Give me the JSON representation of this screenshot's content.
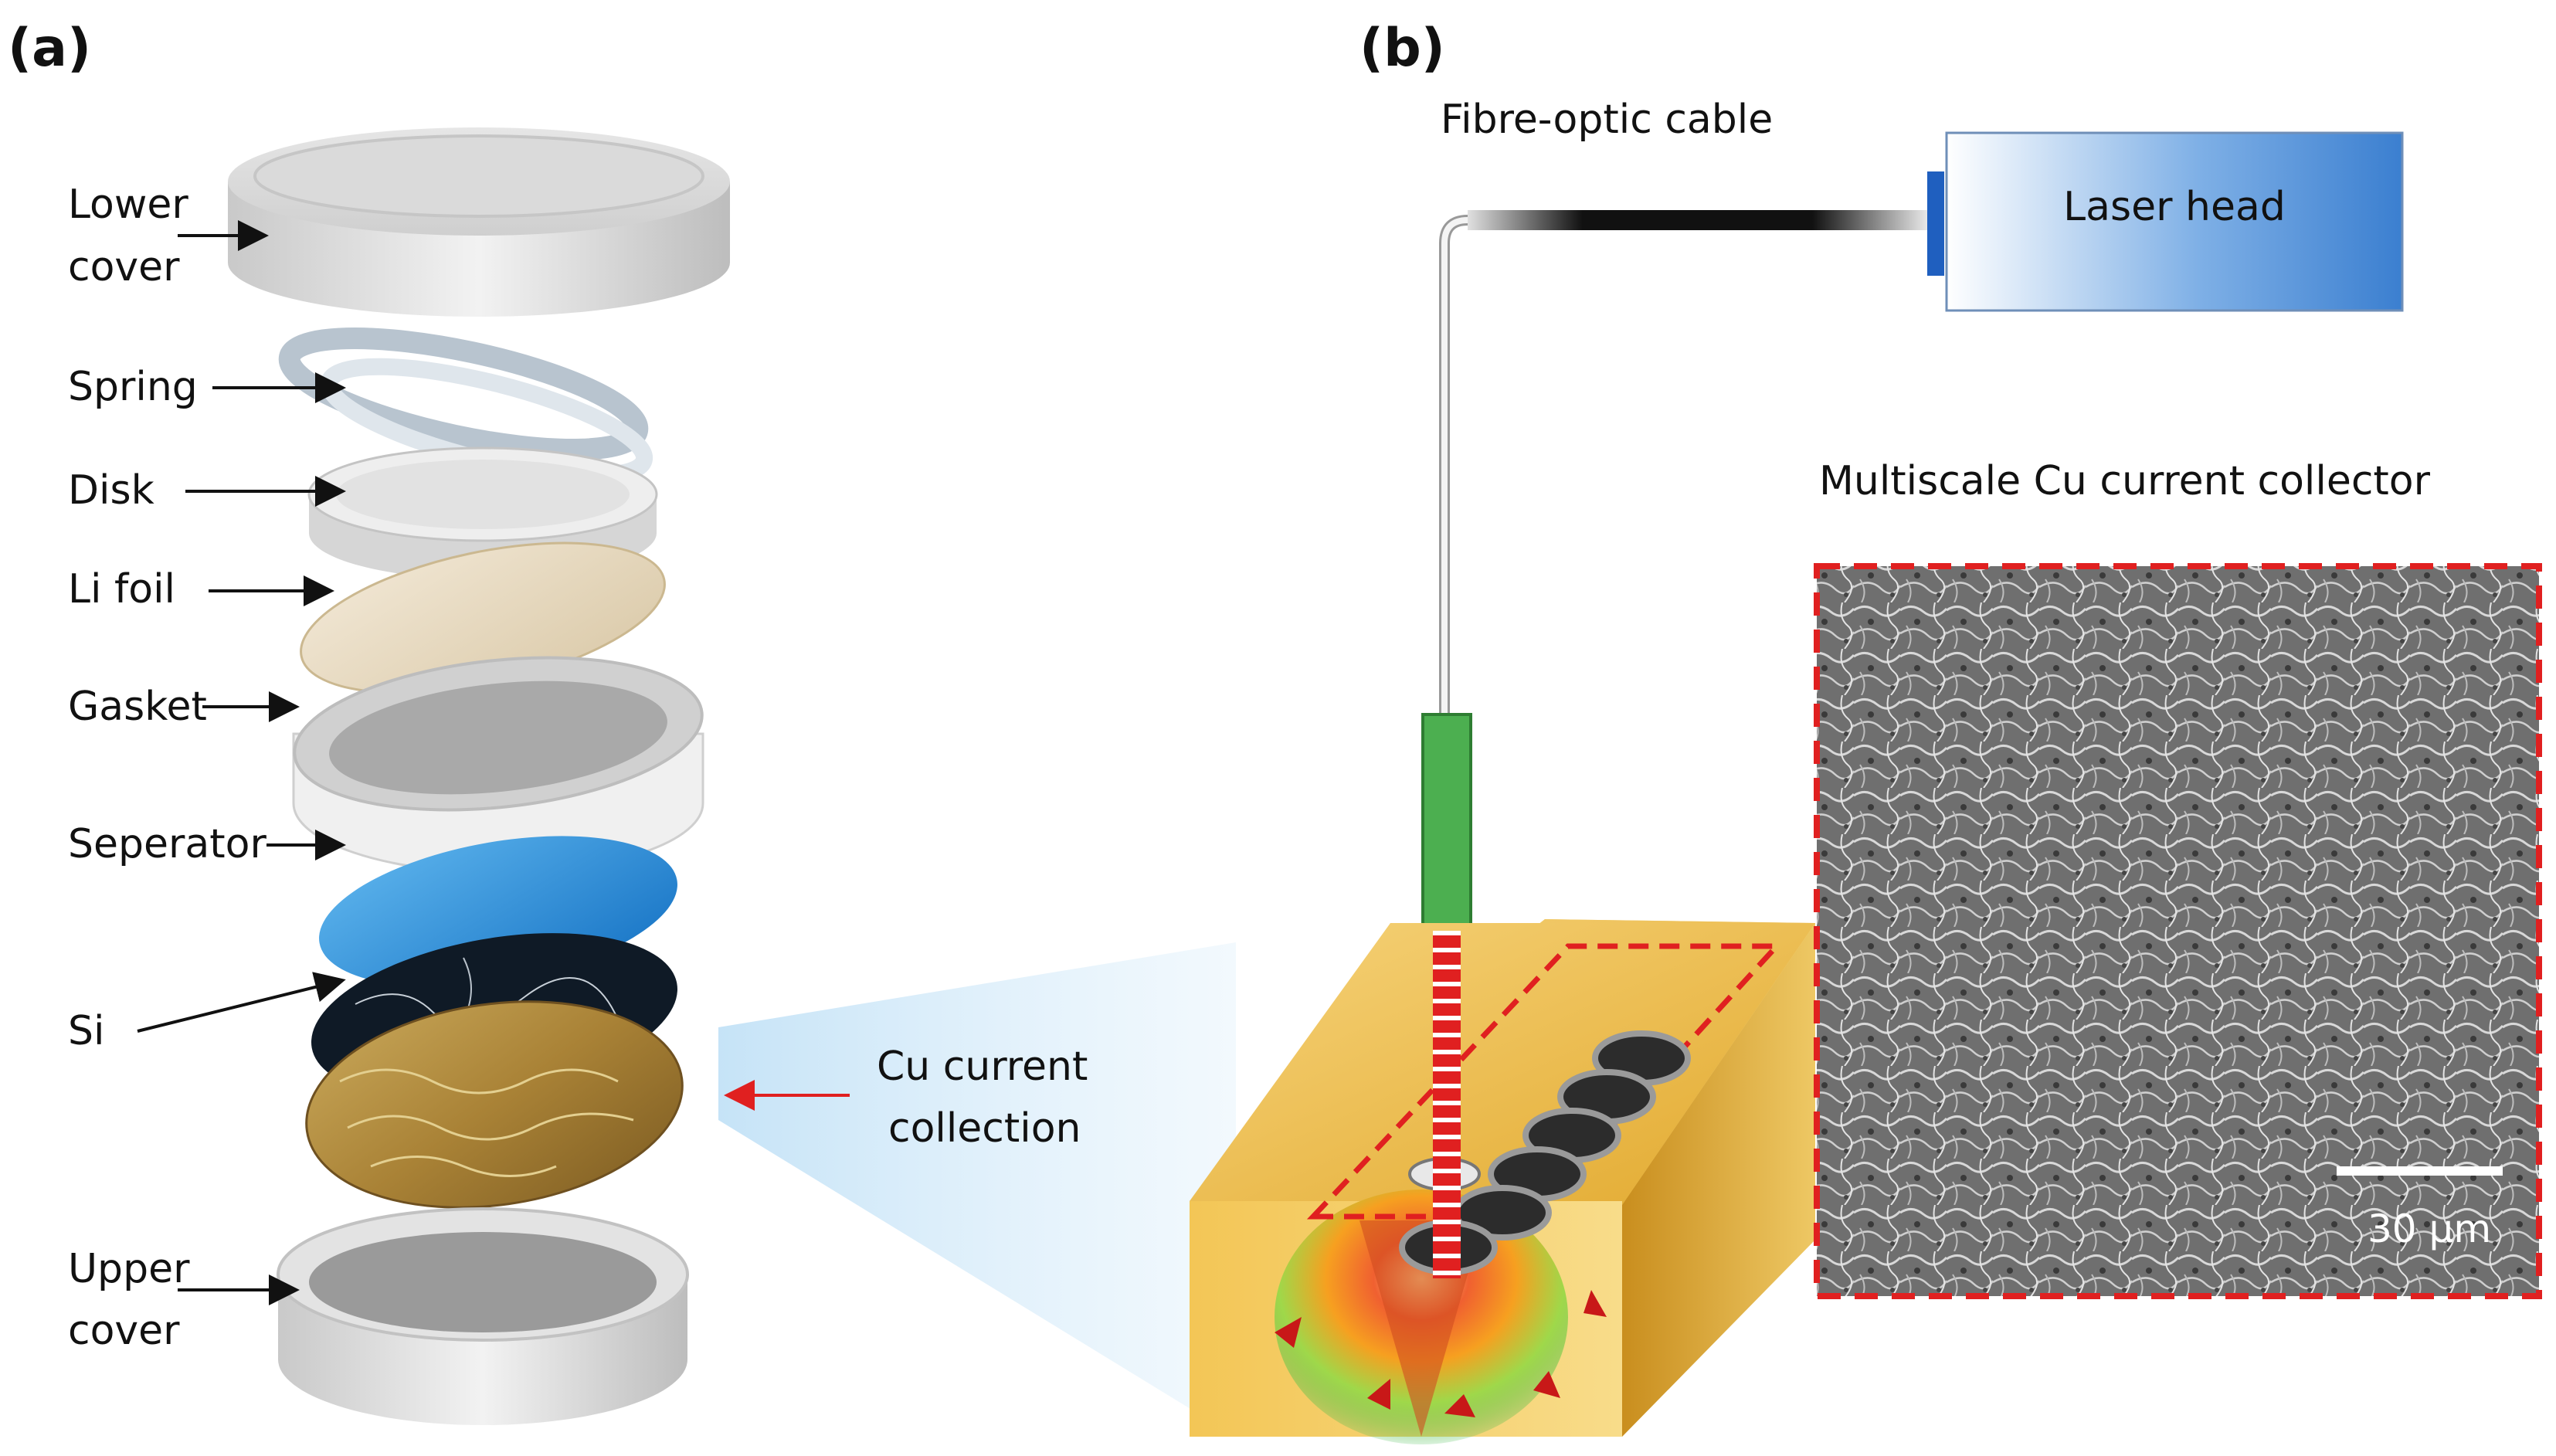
{
  "panels": {
    "a": "(a)",
    "b": "(b)"
  },
  "coin_cell_labels": {
    "lower_cover": [
      "Lower",
      "cover"
    ],
    "spring": "Spring",
    "disk": "Disk",
    "li_foil": "Li foil",
    "gasket": "Gasket",
    "separator": "Seperator",
    "si": "Si",
    "upper_cover": [
      "Upper",
      "cover"
    ],
    "cu_current_collection": [
      "Cu current",
      "collection"
    ]
  },
  "laser_setup": {
    "fibre_optic_cable": "Fibre-optic cable",
    "laser_head": "Laser head",
    "multiscale_title": "Multiscale Cu current collector",
    "scale_bar": "30 μm"
  },
  "colors": {
    "separator_blue": "#1f8fd8",
    "laser_blue": "#3b7fd0",
    "copper_gold": "#e8b53a",
    "callout_red": "#e02020",
    "fibre_green": "#4caf50"
  }
}
